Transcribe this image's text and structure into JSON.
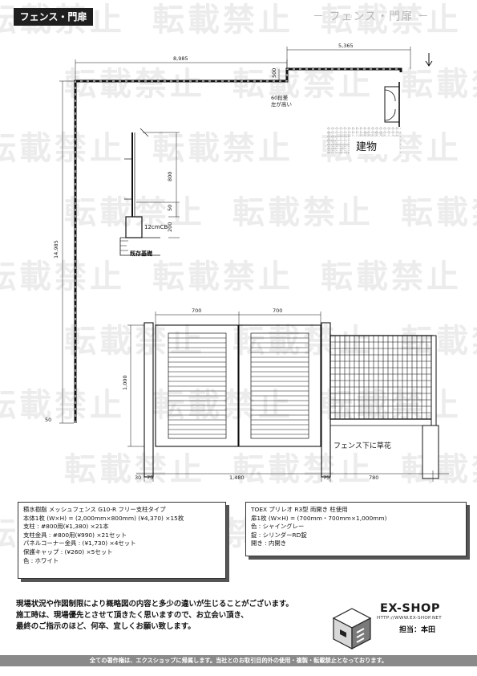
{
  "header": {
    "title": "フェンス・門扉",
    "subtitle": "－ フェンス・門扉 －"
  },
  "watermark": {
    "text": "転載禁止"
  },
  "plan": {
    "dim_top_long": "8,985",
    "dim_top_short": "5,365",
    "dim_left": "14,985",
    "dim_step_vertical": "500",
    "dim_bottom_small": "50",
    "step_note_1": "60段差",
    "step_note_2": "左が高い",
    "building_label": "建物"
  },
  "section": {
    "dim_post_height": "800",
    "dim_50": "50",
    "dim_200": "200",
    "block_label": "12cmCB",
    "foundation_label": "既存基礎"
  },
  "elevation": {
    "dim_top_left": "700",
    "dim_top_right": "700",
    "dim_height": "1,000",
    "bottom_dims": [
      "30",
      "75",
      "1,480",
      "75",
      "780"
    ],
    "plant_label": "フェンス下に草花"
  },
  "spec_left": {
    "lines": [
      "積水樹脂 メッシュフェンス G10-R フリー支柱タイプ",
      "本体1枚 (W×H) = (2,000mm×800mm)  (¥4,370) ×15枚",
      "支柱 : #800用(¥1,380) ×21本",
      "支柱金具 : #800用(¥990) ×21セット",
      "パネルコーナー金具 : (¥1,730) ×4セット",
      "保護キャップ : (¥260) ×5セット",
      "色 : ホワイト"
    ]
  },
  "spec_right": {
    "lines": [
      "TOEX プリレオ R3型  両開き  柱使用",
      "扉1枚 (W×H) = (700mm・700mm×1,000mm)",
      "色 : シャイングレー",
      "錠 : シリンダーRD錠",
      "開き : 内開き"
    ]
  },
  "notice": {
    "lines": [
      "現場状況や作図制限により概略図の内容と多少の違いが生じることがございます。",
      "施工時は、現場優先とさせて頂きたく思いますので、お立会い頂き、",
      "最終のご指示のほど、何卒、宜しくお願い致します。"
    ]
  },
  "logo": {
    "brand": "EX-SHOP",
    "url": "HTTP://WWW.EX-SHOP.NET"
  },
  "person": "担当：本田",
  "footer": "全ての著作権は、エクスショップに帰属します。当社とのお取引目的外の使用・複製・転載禁止となっております。"
}
